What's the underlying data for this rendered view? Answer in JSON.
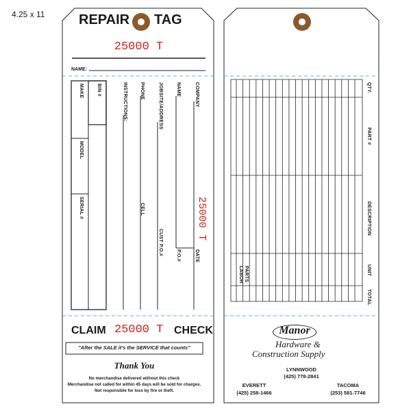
{
  "size_label": "4.25 x 11",
  "front": {
    "title_left": "REPAIR",
    "title_right": "TAG",
    "ticket_number": "25000 T",
    "name_label": "NAME:",
    "col_make": "MAKE",
    "col_bin": "BIN #",
    "col_model": "MODEL",
    "col_serial": "SERIAL #",
    "col_instructions": "INSTRUCTIONS:",
    "col_phone": "PHONE",
    "col_cell": "CELL",
    "col_jobsite": "JOBSITE/ADDRESS",
    "col_cust_po": "CUST P.O.#",
    "col_name": "NAME",
    "col_po": "P.O.#",
    "col_company": "COMPANY",
    "col_date": "DATE",
    "vertical_number": "25000 T",
    "claim": "CLAIM",
    "claim_number": "25000 T",
    "check": "CHECK",
    "slogan": "\"After the SALE it's the SERVICE that counts\"",
    "thank_you": "Thank You",
    "fine_print": [
      "No merchandise delivered without this check",
      "Merchandise not called for within 45 days will be sold for charges.",
      "Not responsible for loss by fire or theft."
    ]
  },
  "back": {
    "col_qty": "QTY.",
    "col_part": "PART #",
    "col_description": "DESCRIPTION",
    "col_unit": "UNIT",
    "col_total": "TOTAL",
    "parts_label": "PARTS",
    "labor_label": "LABOR",
    "logo_main": "Manor",
    "logo_line1": "Hardware &",
    "logo_line2": "Construction Supply",
    "lynnwood_city": "LYNNWOOD",
    "lynnwood_phone": "(425) 778-2841",
    "everett_city": "EVERETT",
    "everett_phone": "(425) 258-1466",
    "tacoma_city": "TACOMA",
    "tacoma_phone": "(253) 581-7746"
  },
  "colors": {
    "grommet": "#8a5a2b",
    "perforation": "#4fb3e8",
    "number": "#d02020"
  }
}
